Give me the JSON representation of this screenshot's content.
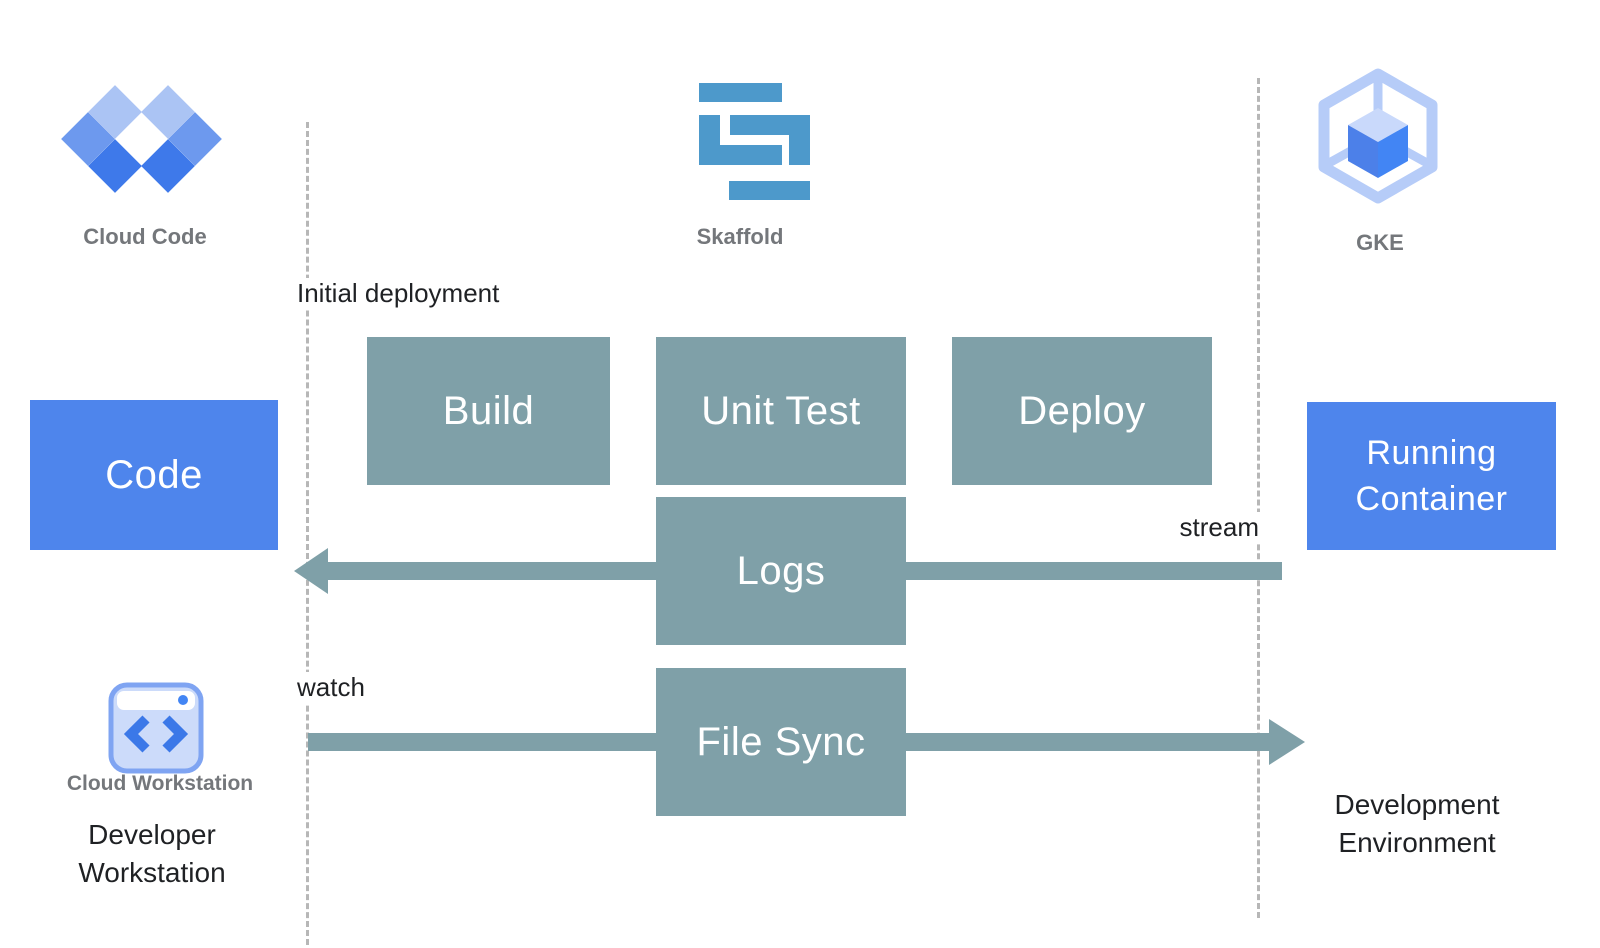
{
  "lanes": {
    "developer": {
      "tool_label": "Cloud Code",
      "workstation_label": "Cloud Workstation",
      "caption": "Developer Workstation"
    },
    "pipeline": {
      "tool_label": "Skaffold"
    },
    "cluster": {
      "tool_label": "GKE",
      "caption": "Development Environment"
    }
  },
  "nodes": {
    "code": "Code",
    "build": "Build",
    "unit_test": "Unit Test",
    "deploy": "Deploy",
    "logs": "Logs",
    "file_sync": "File Sync",
    "running_container": "Running Container"
  },
  "annotations": {
    "initial_deployment": "Initial deployment",
    "stream": "stream",
    "watch": "watch"
  },
  "icons": {
    "cloud_code": "cloud-code-diamonds-icon",
    "skaffold": "skaffold-s-icon",
    "gke": "gke-hexagon-cube-icon",
    "cloud_workstation": "cloud-workstation-window-icon"
  },
  "colors": {
    "node_blue": "#4E85EC",
    "node_teal": "#7FA0A8",
    "skaffold_blue": "#4D99CB",
    "icon_blue": "#4285F4",
    "icon_light_blue": "#AEC6F5",
    "label_gray": "#74777B",
    "text_black": "#1F2124",
    "dashed_line_gray": "#B7B7B7",
    "background": "#FFFFFF"
  }
}
